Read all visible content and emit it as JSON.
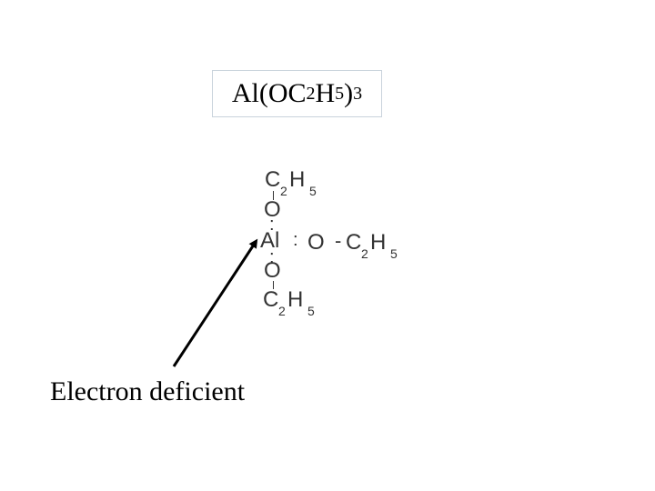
{
  "formula": {
    "base": "Al(OC",
    "sub1": "2",
    "mid": "H",
    "sub2": "5",
    "close": ")",
    "sub3": "3"
  },
  "structure": {
    "top_group_c": "C",
    "top_group_sub": "2",
    "top_group_h": "H",
    "top_group_hsub": "5",
    "top_oxygen": "O",
    "aluminum": "Al",
    "lone_pair": ":",
    "right_oxygen": "O",
    "right_bond": "-",
    "right_group_c": "C",
    "right_group_sub": "2",
    "right_group_h": "H",
    "right_group_hsub": "5",
    "bottom_oxygen": "O",
    "bottom_group_c": "C",
    "bottom_group_sub": "2",
    "bottom_group_h": "H",
    "bottom_group_hsub": "5"
  },
  "annotation": {
    "label": "Electron deficient"
  }
}
